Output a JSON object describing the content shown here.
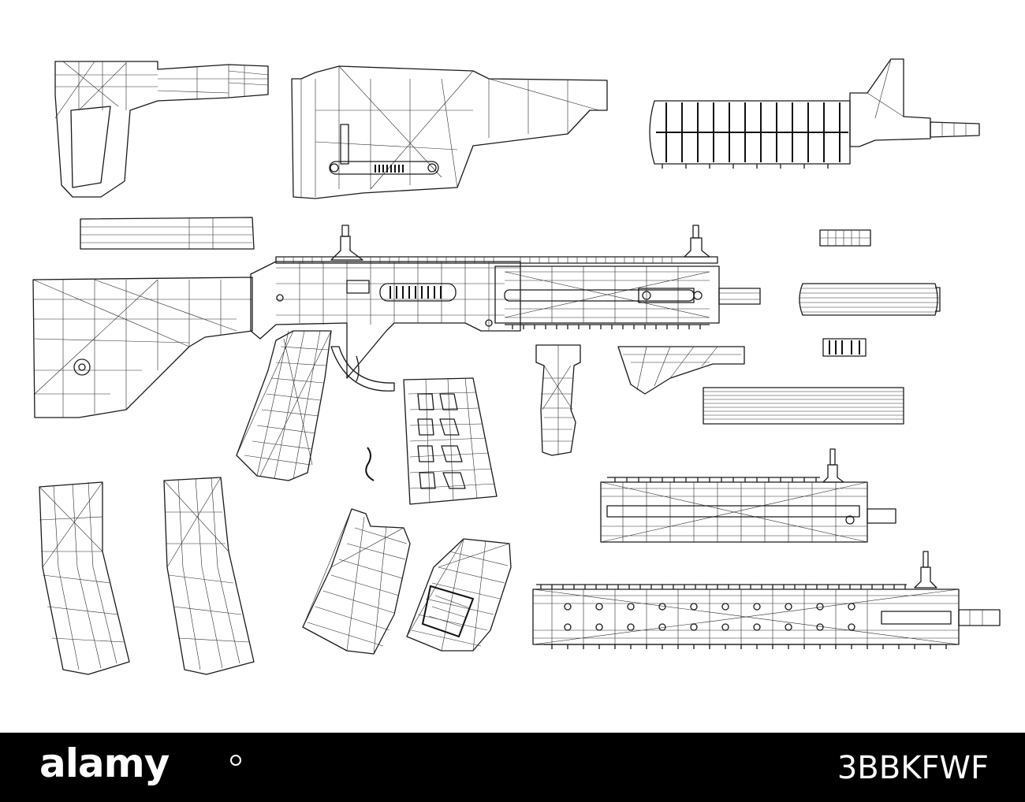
{
  "footer": {
    "brand": "alamy",
    "image_id": "3BBKFWF",
    "background": "#000000",
    "text_color": "#ffffff"
  },
  "illustration": {
    "style": "black wireframe line art on white",
    "parts": [
      "pistol-brace-stock",
      "precision-stock",
      "carbine-handguard-front-sight",
      "buffer-tube",
      "assembled-rifle",
      "flash-hider-small",
      "suppressor-short",
      "muzzle-brake",
      "vertical-foregrip",
      "angled-foregrip",
      "suppressor-long",
      "trigger-spring",
      "magazine-left",
      "magazine-right",
      "pistol-grip-left",
      "pistol-grip-right",
      "rail-handguard-medium",
      "rail-handguard-long"
    ]
  }
}
